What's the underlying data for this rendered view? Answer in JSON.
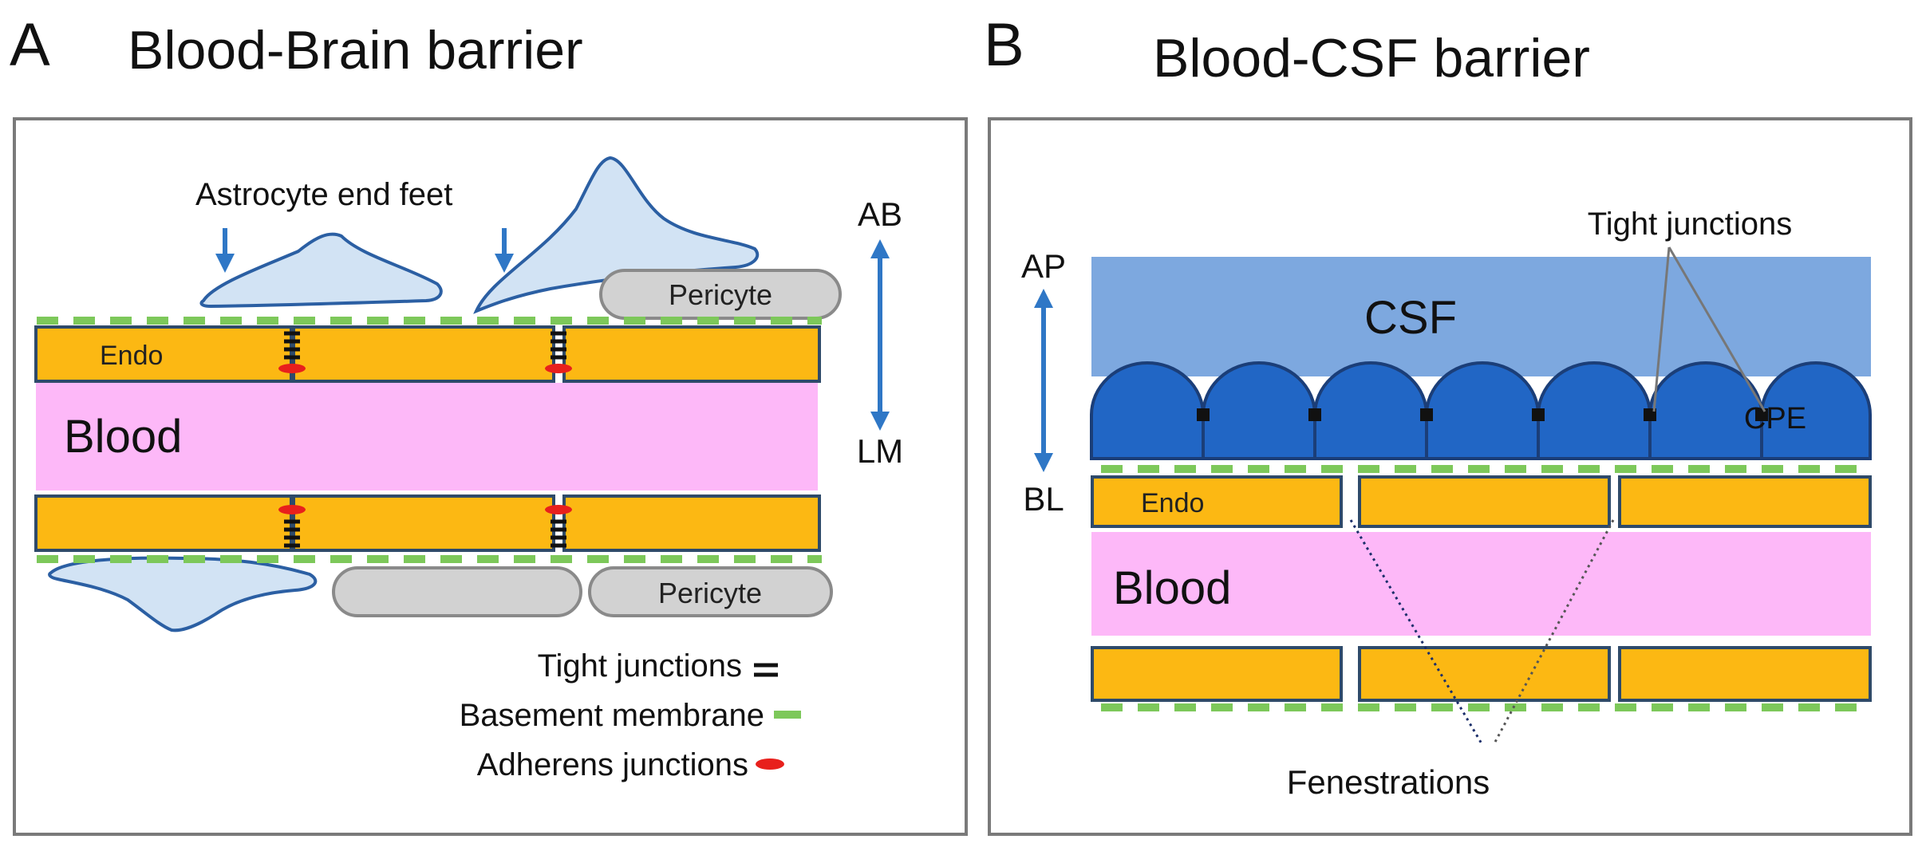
{
  "panels": {
    "a": {
      "letter": "A",
      "title": "Blood-Brain barrier",
      "labels": {
        "astrocyte": "Astrocyte end feet",
        "pericyte_top": "Pericyte",
        "pericyte_bottom": "Pericyte",
        "endo": "Endo",
        "blood": "Blood",
        "ab": "AB",
        "lm": "LM"
      },
      "legend": {
        "tight": "Tight junctions",
        "basement": "Basement membrane",
        "adherens": "Adherens junctions"
      }
    },
    "b": {
      "letter": "B",
      "title": "Blood-CSF barrier",
      "labels": {
        "tight": "Tight junctions",
        "csf": "CSF",
        "cpe": "CPE",
        "ap": "AP",
        "bl": "BL",
        "endo": "Endo",
        "blood": "Blood",
        "fenestrations": "Fenestrations"
      }
    }
  },
  "colors": {
    "endothelium": "#FCB813",
    "endo_border": "#2E4A6A",
    "blood": "#FDB8F8",
    "basement_membrane": "#7DC85A",
    "tight_junction": "#111111",
    "adherens_junction": "#E8201C",
    "astrocyte_fill": "#D2E3F4",
    "astrocyte_stroke": "#2B5FA3",
    "pericyte_fill": "#D2D2D2",
    "pericyte_stroke": "#8A8A8A",
    "arrow": "#2F77C6",
    "csf": "#7DA8DF",
    "cpe": "#2166C5",
    "cpe_stroke": "#1B3E78",
    "frame": "#7A7A7A"
  }
}
